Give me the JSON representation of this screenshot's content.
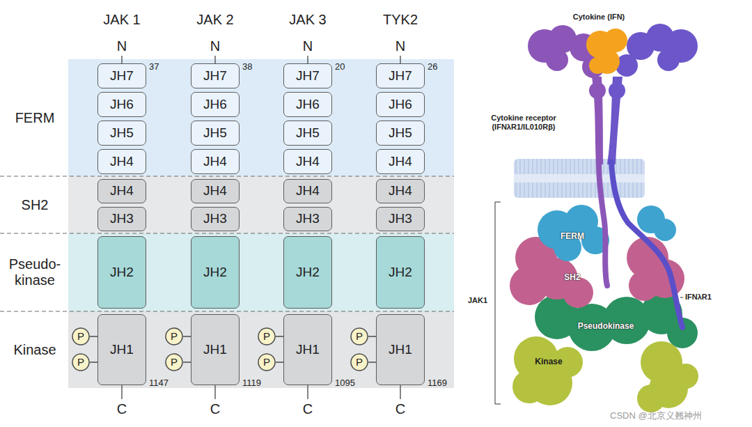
{
  "diagram": {
    "nodes": [
      {
        "text": [
          "FERM"
        ]
      },
      {
        "text": [
          "JH7"
        ],
        "in": 0
      },
      {
        "text": [
          "JH7"
        ],
        "in": 0
      },
      {
        "text": [
          "JH7"
        ],
        "in": 0
      },
      {
        "text": [
          "JH7"
        ],
        "in": 0
      },
      {
        "text": [
          "JH6"
        ],
        "in": 0
      },
      {
        "text": [
          "JH6"
        ],
        "in": 0
      },
      {
        "text": [
          "JH6"
        ],
        "in": 0
      },
      {
        "text": [
          "JH6"
        ],
        "in": 0
      },
      {
        "text": [
          "JH5"
        ],
        "in": 0
      },
      {
        "text": [
          "JH5"
        ],
        "in": 0
      },
      {
        "text": [
          "JH5"
        ],
        "in": 0
      },
      {
        "text": [
          "JH5"
        ],
        "in": 0
      },
      {
        "text": [
          "JH4"
        ],
        "in": 0
      },
      {
        "text": [
          "JH4"
        ],
        "in": 0
      },
      {
        "text": [
          "JH4"
        ],
        "in": 0
      },
      {
        "text": [
          "JH4"
        ],
        "in": 0
      },
      {
        "text": [
          "SH2"
        ]
      },
      {
        "text": [
          "JH4"
        ],
        "in": 17
      },
      {
        "text": [
          "JH4"
        ],
        "in": 17
      },
      {
        "text": [
          "JH4"
        ],
        "in": 17
      },
      {
        "text": [
          "JH4"
        ],
        "in": 17
      },
      {
        "text": [
          "JH3"
        ],
        "in": 17
      },
      {
        "text": [
          "JH3"
        ],
        "in": 17
      },
      {
        "text": [
          "JH3"
        ],
        "in": 17
      },
      {
        "text": [
          "JH3"
        ],
        "in": 17
      },
      {
        "text": [
          "Pseudo- kinase"
        ]
      },
      {
        "text": [
          "JH2"
        ],
        "in": 26
      },
      {
        "text": [
          "JH2"
        ],
        "in": 26
      },
      {
        "text": [
          "JH2"
        ],
        "in": 26
      },
      {
        "text": [
          "JH2"
        ],
        "in": 26
      },
      {
        "text": [
          "Kinase"
        ]
      },
      {
        "text": [
          "P"
        ],
        "in": 31
      },
      {
        "text": [
          "P"
        ],
        "in": 31
      },
      {
        "text": [
          "JH1"
        ],
        "in": 31
      },
      {
        "text": [
          "P"
        ],
        "in": 31
      },
      {
        "text": [
          "P"
        ],
        "in": 31
      },
      {
        "text": [
          "JH1"
        ],
        "in": 31
      },
      {
        "text": [
          "P"
        ],
        "in": 31
      },
      {
        "text": [
          "P"
        ],
        "in": 31
      },
      {
        "text": [
          "JH1"
        ],
        "in": 31
      },
      {
        "text": [
          "P"
        ],
        "in": 31
      },
      {
        "text": [
          "P"
        ],
        "in": 31
      },
      {
        "text": [
          "JH1"
        ],
        "in": 31
      }
    ],
    "edges": [
      {
        "from": 32,
        "to": 34,
        "arrow": "none"
      },
      {
        "from": 33,
        "to": 34,
        "arrow": "none"
      },
      {
        "from": 35,
        "to": 37,
        "arrow": "none"
      },
      {
        "from": 36,
        "to": 37,
        "arrow": "none"
      },
      {
        "from": 38,
        "to": 40,
        "arrow": "none"
      },
      {
        "from": 39,
        "to": 40,
        "arrow": "none"
      },
      {
        "from": 41,
        "to": 43,
        "arrow": "none"
      },
      {
        "from": 42,
        "to": 43,
        "arrow": "none"
      }
    ],
    "labels": [
      "JAK 1",
      "JAK 2",
      "JAK 3",
      "TYK2",
      "N",
      "N",
      "N",
      "N",
      "37",
      "38",
      "20",
      "26",
      "1147",
      "1119",
      "1095",
      "1169",
      "C",
      "C",
      "C",
      "C",
      "Cytokine (IFN)",
      "Cytokine receptor (IFNλR1/IL010Rβ)",
      "FERM",
      "SH2",
      "Pseudokinase",
      "Kinase",
      "IFNλR1",
      "JAK1",
      "CSDN @北京义翘神州"
    ]
  }
}
